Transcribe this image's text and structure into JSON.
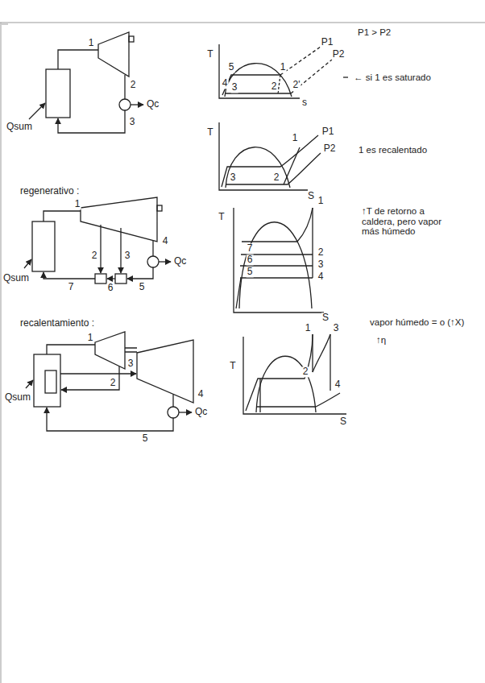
{
  "diagram": {
    "labels": [
      "1",
      "2",
      "3",
      "Qsum",
      "Qc",
      "T",
      "5",
      "1",
      "4",
      "3",
      "2",
      "2'",
      "s",
      "P1",
      "P2",
      "P1 > P2",
      "← si 1 es saturado",
      "T",
      "1",
      "3",
      "2",
      "S",
      "P1",
      "P2",
      "1 es recalentado",
      "regenerativo :",
      "1",
      "2",
      "3",
      "4",
      "Qc",
      "Qsum",
      "7",
      "6",
      "5",
      "T",
      "1",
      "2",
      "3",
      "4",
      "7",
      "6",
      "5",
      "S",
      "↑T de retorno a caldera, pero vapor más húmedo",
      "recalentamiento :",
      "1",
      "2",
      "3",
      "4",
      "Qsum",
      "Qc",
      "5",
      "T",
      "1",
      "3",
      "2",
      "4",
      "S",
      "vapor húmedo = o (↑X)",
      "↑η"
    ]
  }
}
